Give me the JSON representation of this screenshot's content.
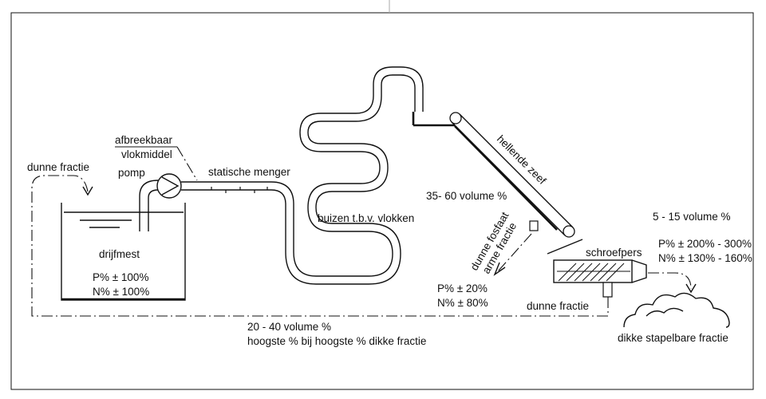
{
  "labels": {
    "dunne_fractie_top": "dunne fractie",
    "pomp": "pomp",
    "afbreekbaar": "afbreekbaar",
    "vlokmiddel": "vlokmiddel",
    "statische_menger": "statische menger",
    "buizen": "buizen t.b.v. vlokken",
    "hellende_zeef": "hellende zeef",
    "volume_35_60": "35- 60 volume %",
    "dunne_fosfaat": "dunne fosfaat",
    "arme_fractie": "arme fractie",
    "drijfmest": "drijfmest",
    "drijfmest_p": "P% ± 100%",
    "drijfmest_n": "N% ± 100%",
    "schroefpers": "schroefpers",
    "volume_5_15": "5 - 15 volume %",
    "dikke_p": "P% ± 200% - 300%",
    "dikke_n": "N% ± 130% - 160%",
    "fosfaat_p": "P% ± 20%",
    "fosfaat_n": "N% ± 80%",
    "dunne_fractie_bottom": "dunne fractie",
    "volume_20_40": "20 - 40 volume %",
    "hoogste": "hoogste % bij hoogste % dikke fractie",
    "dikke_stapelbare": "dikke stapelbare fractie"
  }
}
